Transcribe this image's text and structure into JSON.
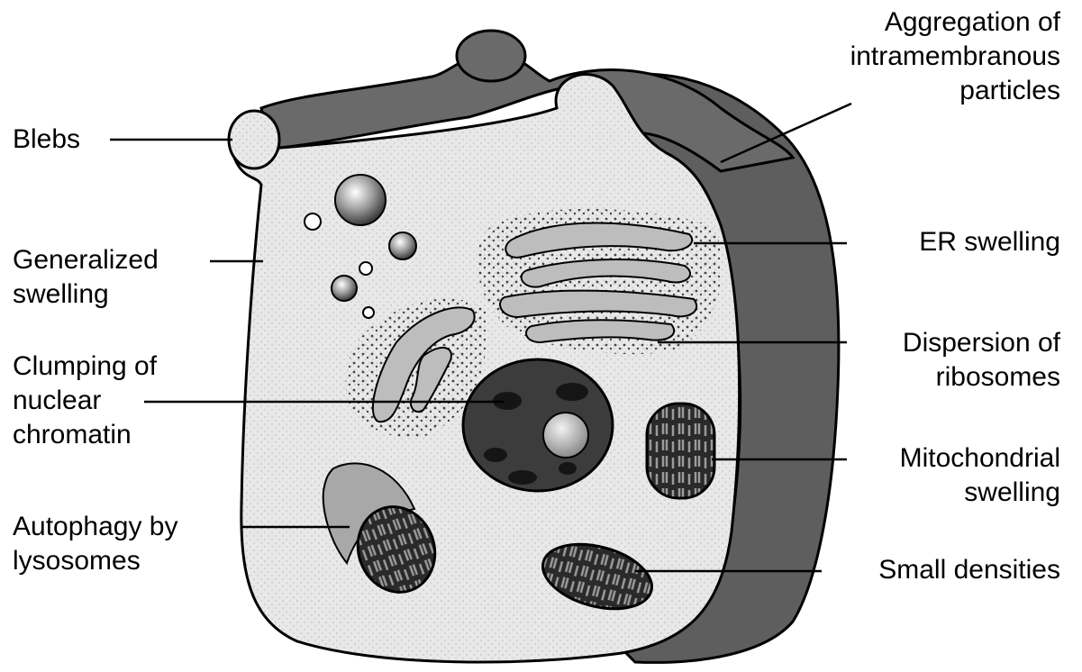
{
  "labels": {
    "blebs": [
      "Blebs"
    ],
    "generalized_swelling": [
      "Generalized",
      "swelling"
    ],
    "clumping_chromatin": [
      "Clumping of",
      "nuclear",
      "chromatin"
    ],
    "autophagy": [
      "Autophagy by",
      "lysosomes"
    ],
    "aggregation": [
      "Aggregation of",
      "intramembranous",
      "particles"
    ],
    "er_swelling": [
      "ER swelling"
    ],
    "ribosome_dispersion": [
      "Dispersion of",
      "ribosomes"
    ],
    "mito_swelling": [
      "Mitochondrial",
      "swelling"
    ],
    "small_densities": [
      "Small densities"
    ]
  },
  "colors": {
    "membrane_dark": "#5e5e5e",
    "cytoplasm": "#e6e6e6",
    "nucleus": "#3c3c3c",
    "mitochondria": "#2c2c2c",
    "er": "#bdbdbd",
    "ink": "#000000"
  }
}
